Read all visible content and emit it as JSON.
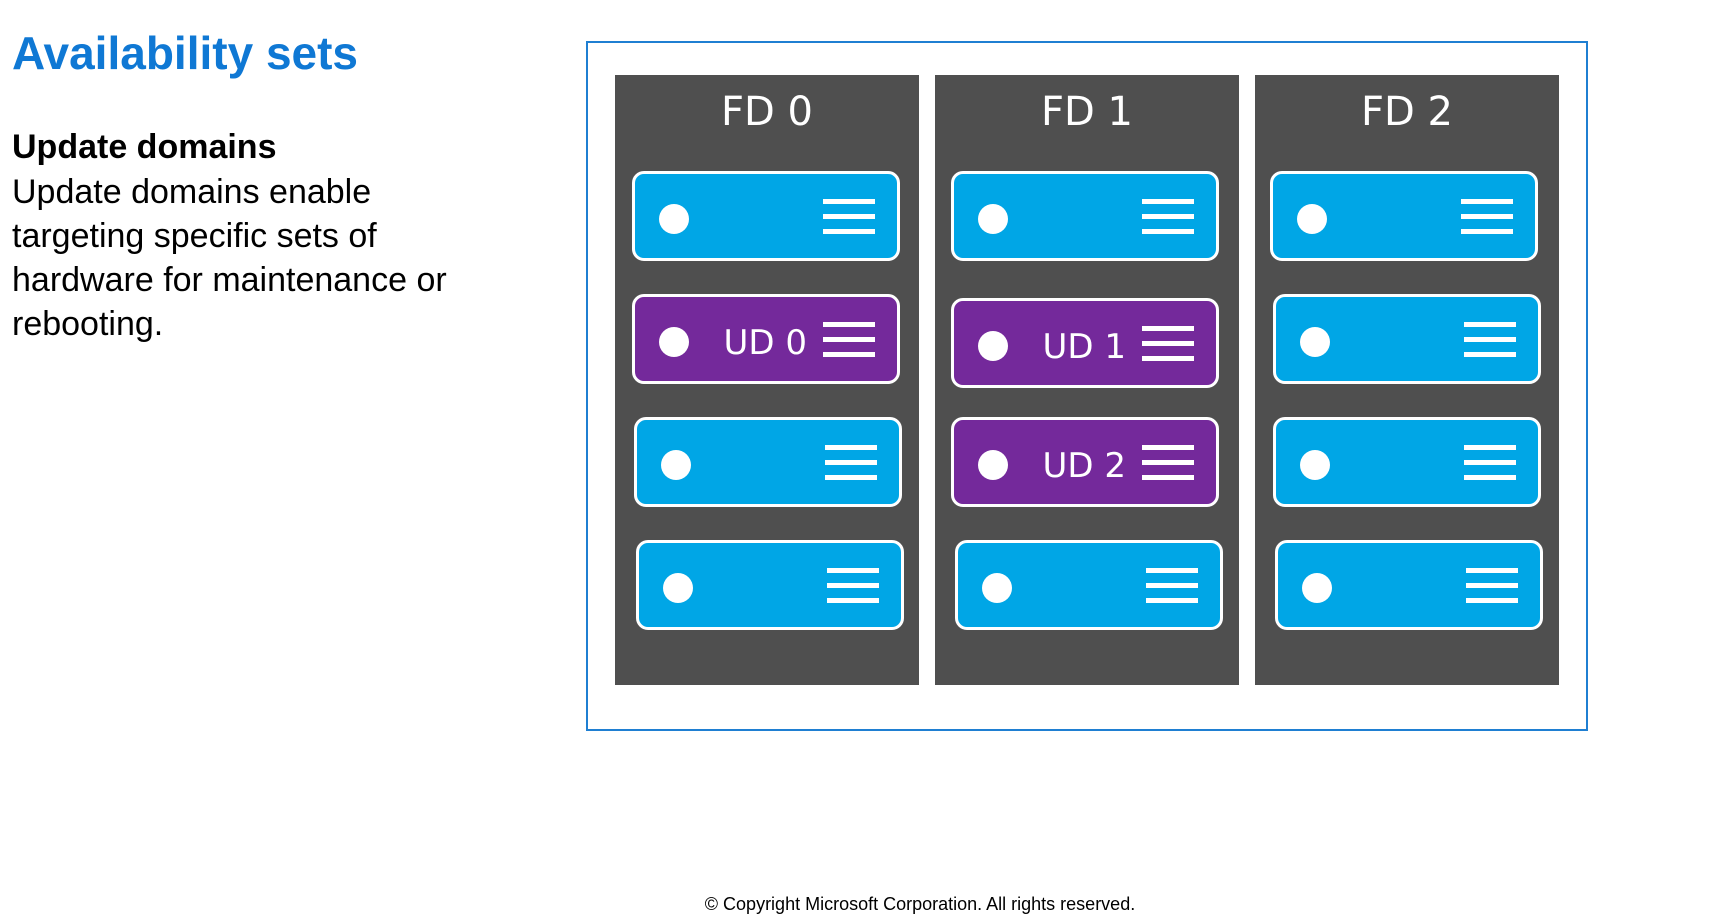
{
  "slide": {
    "title": "Availability sets",
    "subheading": "Update domains",
    "body": "Update domains enable targeting specific sets of hardware for maintenance or rebooting.",
    "copyright": "© Copyright Microsoft Corporation. All rights reserved."
  },
  "diagram": {
    "colors": {
      "frame_border": "#1f7fd2",
      "fault_domain_bg": "#4f4f4f",
      "server_default": "#00a6e6",
      "server_update_domain": "#74299b"
    },
    "fault_domains": [
      {
        "label": "FD 0",
        "servers": [
          "",
          "UD 0",
          "",
          ""
        ]
      },
      {
        "label": "FD 1",
        "servers": [
          "",
          "UD 1",
          "UD 2",
          ""
        ]
      },
      {
        "label": "FD 2",
        "servers": [
          "",
          "",
          "",
          ""
        ]
      }
    ]
  }
}
